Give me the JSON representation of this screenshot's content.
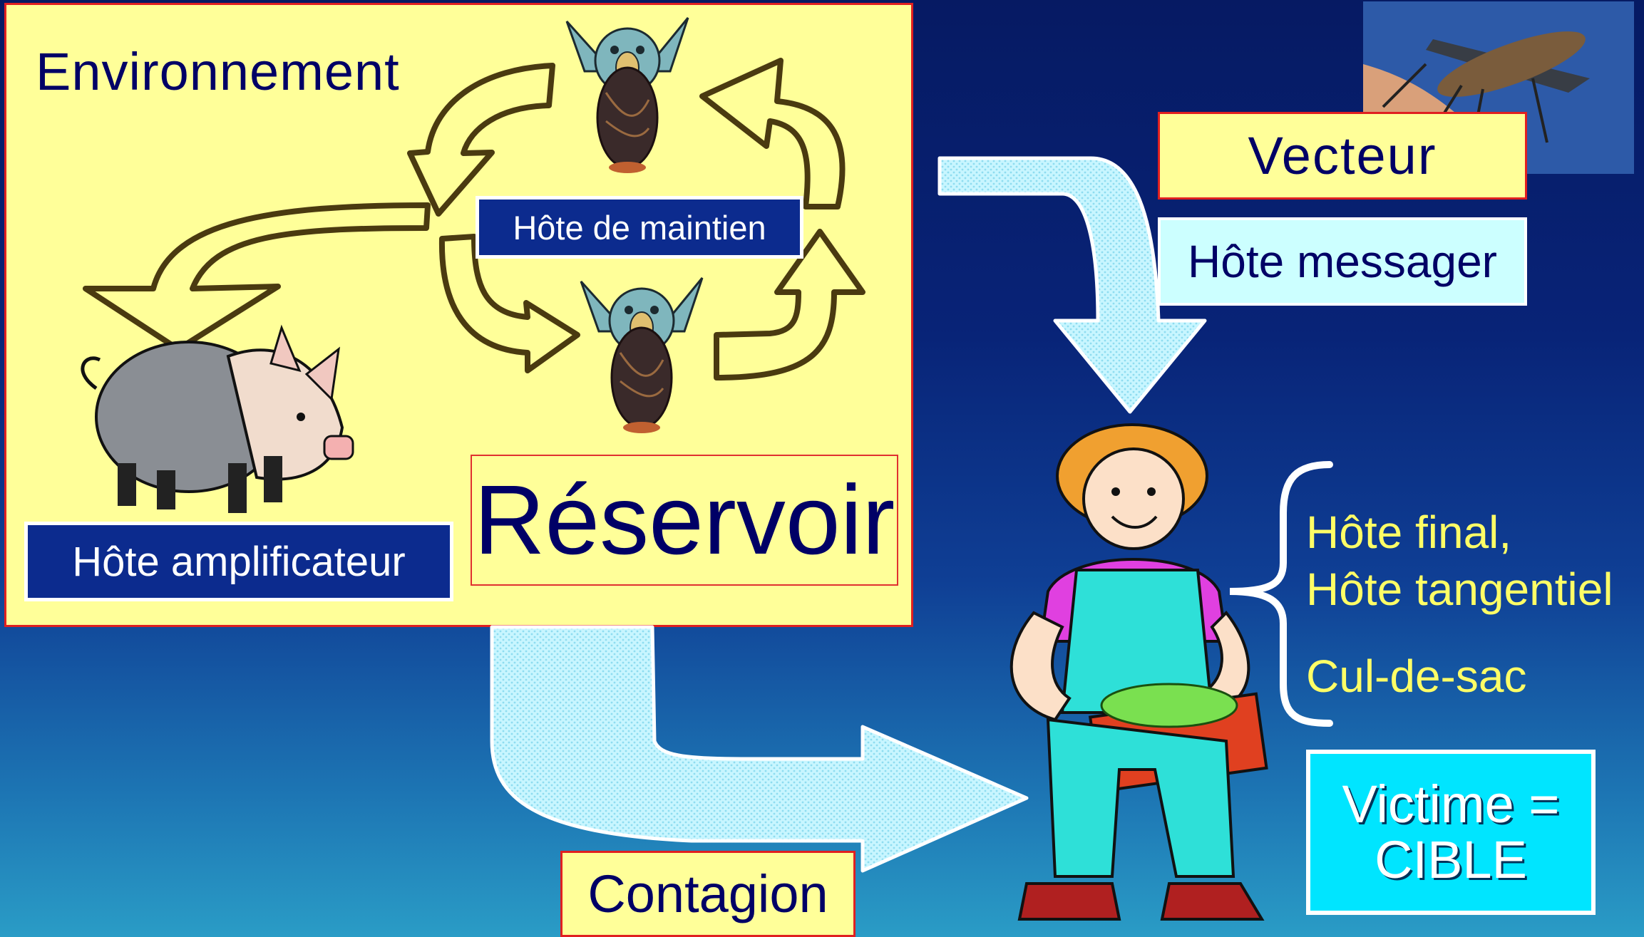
{
  "reservoir_panel": {
    "environment_label": "Environnement",
    "maintenance_host": "Hôte de maintien",
    "amplifier_host": "Hôte amplificateur",
    "reservoir_title": "Réservoir"
  },
  "vector": {
    "vector_label": "Vecteur",
    "messenger_host": "Hôte messager"
  },
  "contagion_label": "Contagion",
  "target": {
    "final_host": "Hôte final,",
    "tangential_host": "Hôte tangentiel",
    "dead_end": "Cul-de-sac",
    "victim_line1": "Victime =",
    "victim_line2": "CIBLE"
  },
  "colors": {
    "panel": "#ffff99",
    "navy": "#0c2b8e",
    "text_dark": "#000066",
    "accent_yellow": "#ffff66",
    "cyan_box": "#00e5ff",
    "arrow_light": "#ccffff"
  }
}
